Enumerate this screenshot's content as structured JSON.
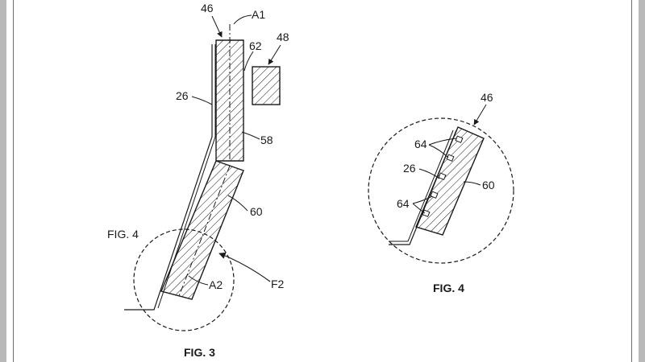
{
  "figure3": {
    "caption": "FIG. 3",
    "labels": {
      "l46": "46",
      "a1": "A1",
      "l62": "62",
      "l48": "48",
      "l26": "26",
      "l58": "58",
      "l60": "60",
      "fig4_ref": "FIG. 4",
      "a2": "A2",
      "f2": "F2"
    }
  },
  "figure4": {
    "caption": "FIG. 4",
    "labels": {
      "l46": "46",
      "l64_top": "64",
      "l26": "26",
      "l60": "60",
      "l64_bottom": "64"
    }
  },
  "colors": {
    "ink": "#1a1a1a",
    "page": "#ffffff",
    "margin": "#b9b9b9"
  }
}
